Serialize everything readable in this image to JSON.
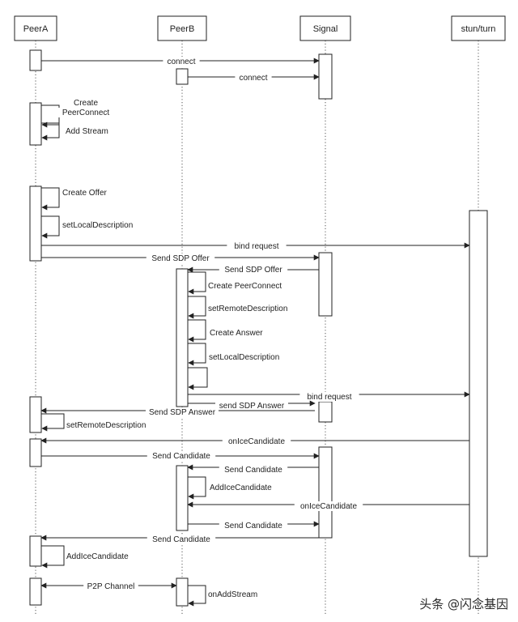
{
  "participants": [
    {
      "id": "peerA",
      "name": "PeerA"
    },
    {
      "id": "peerB",
      "name": "PeerB"
    },
    {
      "id": "signal",
      "name": "Signal"
    },
    {
      "id": "stun",
      "name": "stun/turn"
    }
  ],
  "messages": [
    {
      "id": "m1",
      "kind": "arrow",
      "from": "peerA",
      "to": "signal",
      "text": "connect"
    },
    {
      "id": "m2",
      "kind": "arrow",
      "from": "peerB",
      "to": "signal",
      "text": "connect"
    },
    {
      "id": "m3",
      "kind": "self",
      "on": "peerA",
      "lines": [
        "Create",
        "PeerConnect"
      ]
    },
    {
      "id": "m4",
      "kind": "self",
      "on": "peerA",
      "text": "Add Stream"
    },
    {
      "id": "m5",
      "kind": "self",
      "on": "peerA",
      "text": "Create Offer"
    },
    {
      "id": "m6",
      "kind": "self",
      "on": "peerA",
      "text": "setLocalDescription"
    },
    {
      "id": "m7",
      "kind": "arrow",
      "from": "peerA",
      "to": "stun",
      "text": "bind request"
    },
    {
      "id": "m8",
      "kind": "arrow",
      "from": "peerA",
      "to": "signal",
      "text": "Send SDP Offer"
    },
    {
      "id": "m9",
      "kind": "arrow",
      "from": "signal",
      "to": "peerB",
      "text": "Send SDP Offer"
    },
    {
      "id": "m10",
      "kind": "self",
      "on": "peerB",
      "text": "Create PeerConnect"
    },
    {
      "id": "m11",
      "kind": "self",
      "on": "peerB",
      "text": "setRemoteDescription"
    },
    {
      "id": "m12",
      "kind": "self",
      "on": "peerB",
      "text": "Create Answer"
    },
    {
      "id": "m13",
      "kind": "self",
      "on": "peerB",
      "text": "setLocalDescription"
    },
    {
      "id": "m14",
      "kind": "self",
      "on": "peerB",
      "text": ""
    },
    {
      "id": "m15",
      "kind": "arrow",
      "from": "peerB",
      "to": "stun",
      "text": "bind request"
    },
    {
      "id": "m16",
      "kind": "arrow",
      "from": "peerB",
      "to": "signal",
      "text": "send SDP Answer"
    },
    {
      "id": "m17",
      "kind": "arrow",
      "from": "signal",
      "to": "peerA",
      "text": "Send SDP Answer"
    },
    {
      "id": "m18",
      "kind": "self",
      "on": "peerA",
      "text": "setRemoteDescription"
    },
    {
      "id": "m19",
      "kind": "arrow",
      "from": "stun",
      "to": "peerA",
      "text": "onIceCandidate"
    },
    {
      "id": "m20",
      "kind": "arrow",
      "from": "peerA",
      "to": "signal",
      "text": "Send Candidate"
    },
    {
      "id": "m21",
      "kind": "arrow",
      "from": "signal",
      "to": "peerB",
      "text": "Send Candidate"
    },
    {
      "id": "m22",
      "kind": "self",
      "on": "peerB",
      "text": "AddIceCandidate"
    },
    {
      "id": "m23",
      "kind": "arrow",
      "from": "stun",
      "to": "peerB",
      "text": "onIceCandidate"
    },
    {
      "id": "m24",
      "kind": "arrow",
      "from": "peerB",
      "to": "signal",
      "text": "Send Candidate"
    },
    {
      "id": "m25",
      "kind": "arrow",
      "from": "signal",
      "to": "peerA",
      "text": "Send Candidate"
    },
    {
      "id": "m26",
      "kind": "self",
      "on": "peerA",
      "text": "AddIceCandidate"
    },
    {
      "id": "m27",
      "kind": "double",
      "from": "peerA",
      "to": "peerB",
      "text": "P2P Channel"
    },
    {
      "id": "m28",
      "kind": "self",
      "on": "peerB",
      "text": "onAddStream"
    }
  ],
  "watermark": "头条 @闪念基因"
}
